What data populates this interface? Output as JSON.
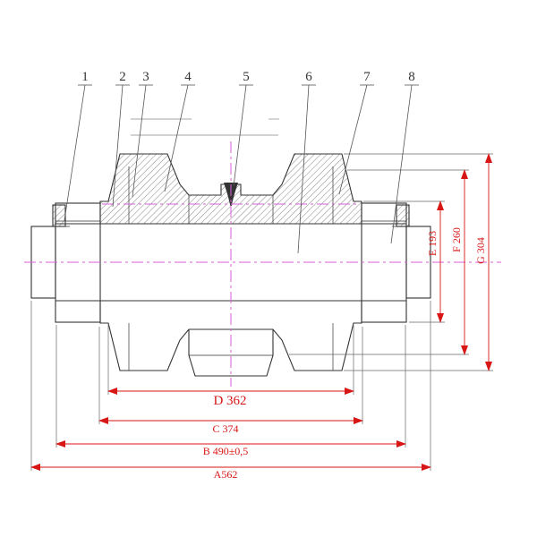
{
  "drawing": {
    "description": "Track roller cross-section engineering drawing with callouts and dimensions",
    "callouts": [
      {
        "label": "1"
      },
      {
        "label": "2"
      },
      {
        "label": "3"
      },
      {
        "label": "4"
      },
      {
        "label": "5"
      },
      {
        "label": "6"
      },
      {
        "label": "7"
      },
      {
        "label": "8"
      }
    ],
    "dimensions": {
      "E": "E 193",
      "F": "F 260",
      "G": "G 304",
      "D": "D 362",
      "C": "C 374",
      "B": "B 490±0,5",
      "A": "A562"
    }
  },
  "colors": {
    "outline": "#333333",
    "dimension_red": "#d81616",
    "centerline_magenta": "#d75fd7",
    "background": "#ffffff"
  }
}
